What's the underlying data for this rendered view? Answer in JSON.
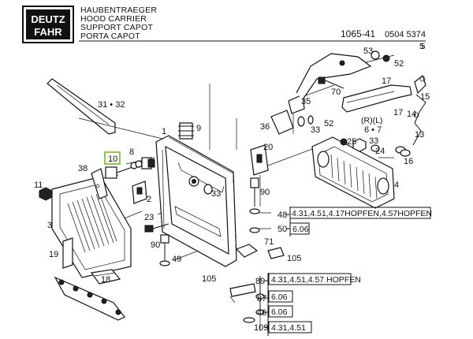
{
  "header": {
    "logo_line1": "DEUTZ",
    "logo_line2": "FAHR",
    "titles": [
      "HAUBENTRAEGER",
      "HOOD CARRIER",
      "SUPPORT CAPOT",
      "PORTA CAPOT"
    ],
    "doc_number": "1065-41",
    "doc_date": "0504 5374",
    "page_marker": "5"
  },
  "callouts": {
    "c31_32": "31 • 32",
    "c1": "1",
    "c9": "9",
    "c8": "8",
    "c10": "10",
    "c38": "38",
    "c11": "11",
    "c3": "3",
    "c2": "2",
    "c23": "23",
    "c19": "19",
    "c18": "18",
    "c33a": "33",
    "c20": "20",
    "c90a": "90",
    "c90b": "90",
    "c49": "49",
    "c105a": "105",
    "c105b": "105",
    "c71": "71",
    "c36": "36",
    "c33b": "33",
    "c52a": "52",
    "c35": "35",
    "c70": "70",
    "c53": "53",
    "c52b": "52",
    "c5": "5",
    "c17a": "17",
    "c17b": "17",
    "c15": "15",
    "c14": "14",
    "c13": "13",
    "c25": "25",
    "c24": "24",
    "c33c": "33",
    "c16": "16",
    "c4": "4",
    "c48": "48",
    "c50": "50",
    "c89": "89",
    "c87": "87",
    "c46": "46",
    "c109": "109",
    "rl_label": "(R)(L)",
    "c6_7": "6 • 7"
  },
  "references": {
    "r48": "4.31,4.51,4.17HOPFEN,4.57HOPFEN",
    "r50": "6.06",
    "r89": "4.31,4.51,4.57 HOPFEN",
    "r87": "6.06",
    "r46": "6.06",
    "r109": "4.31,4.51"
  },
  "colors": {
    "highlight": "#7ab33c",
    "ink": "#111111"
  }
}
